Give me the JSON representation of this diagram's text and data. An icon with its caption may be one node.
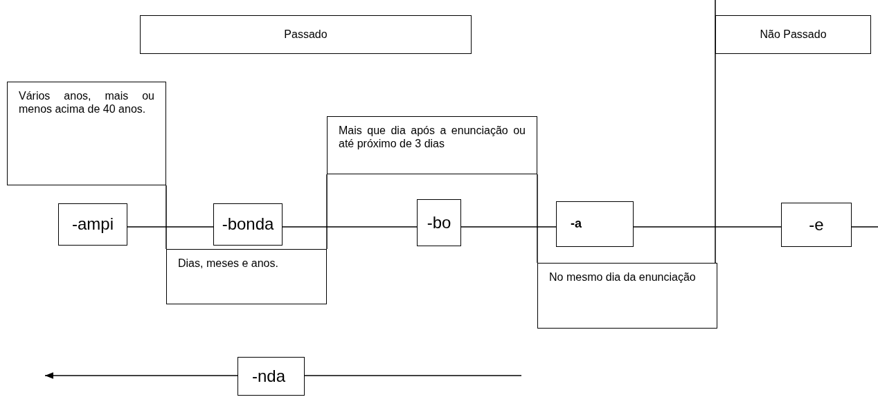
{
  "diagram": {
    "nodes": [
      {
        "text": [
          "Passado"
        ]
      },
      {
        "text": [
          "Não Passado"
        ]
      },
      {
        "text": [
          "Vários anos, mais ou menos acima de 40 anos."
        ]
      },
      {
        "text": [
          "Mais que dia após a enunciação ou até próximo de 3 dias"
        ]
      },
      {
        "text": [
          "-ampi"
        ]
      },
      {
        "text": [
          "-bonda"
        ]
      },
      {
        "text": [
          "-bo"
        ]
      },
      {
        "text": [
          "-a"
        ]
      },
      {
        "text": [
          "-e"
        ]
      },
      {
        "text": [
          "Dias, meses e anos."
        ]
      },
      {
        "text": [
          "No mesmo dia da enunciação"
        ]
      },
      {
        "text": [
          "-nda"
        ]
      }
    ],
    "edges": [
      {
        "from": 4,
        "to": 5,
        "arrow": "none"
      },
      {
        "from": 5,
        "to": 6,
        "arrow": "none"
      },
      {
        "from": 6,
        "to": 7,
        "arrow": "none"
      },
      {
        "from": 7,
        "to": 8,
        "arrow": "none"
      },
      {
        "from": 8,
        "to": null,
        "arrow": "none"
      },
      {
        "from": 11,
        "to": null,
        "arrow": "to"
      },
      {
        "from": 11,
        "to": null,
        "arrow": "none"
      },
      {
        "from": 2,
        "to": 9,
        "arrow": "none"
      },
      {
        "from": 3,
        "to": 9,
        "arrow": "none"
      },
      {
        "from": 3,
        "to": 10,
        "arrow": "none"
      }
    ]
  }
}
